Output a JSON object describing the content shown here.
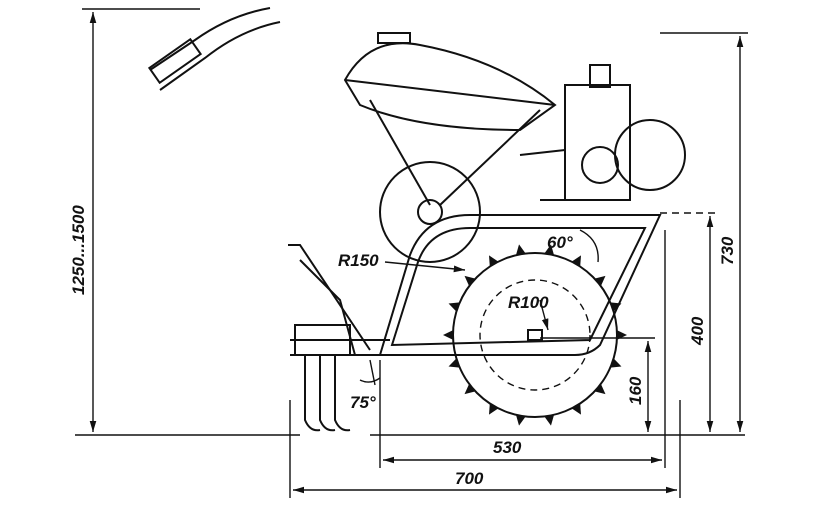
{
  "dimensions": {
    "total_height": "1250...1500",
    "frame_radius": "R150",
    "angle_top": "60°",
    "wheel_radius": "R100",
    "angle_bottom": "75°",
    "width_inner": "530",
    "width_total": "700",
    "height_axle": "160",
    "height_frame": "400",
    "height_total": "730"
  }
}
